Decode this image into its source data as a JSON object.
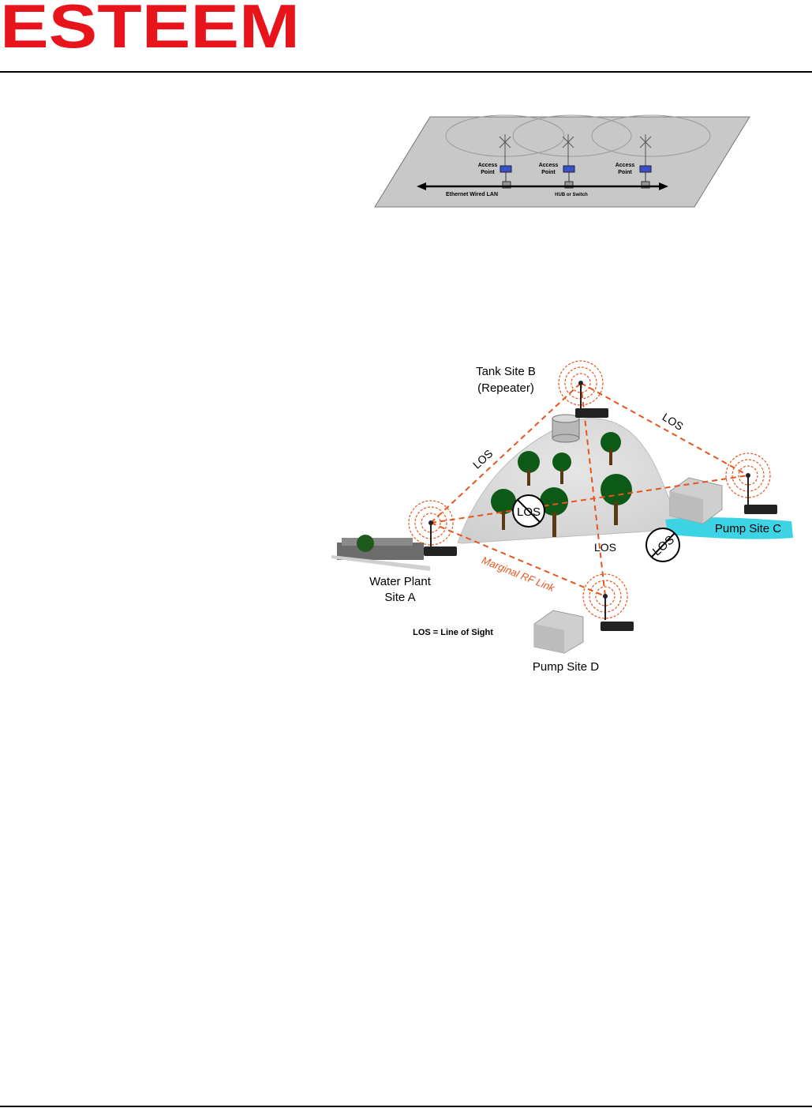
{
  "header": {
    "logo_text": "ESTEEM"
  },
  "figure_lan": {
    "access_point_label_1": "Access",
    "access_point_label_2": "Point",
    "ethernet_label": "Ethernet Wired LAN",
    "hub_label": "HUB or Switch"
  },
  "figure_sites": {
    "tank_site_line1": "Tank Site B",
    "tank_site_line2": "(Repeater)",
    "water_plant_line1": "Water Plant",
    "water_plant_line2": "Site A",
    "pump_site_c": "Pump Site C",
    "pump_site_d": "Pump Site D",
    "los": "LOS",
    "marginal_link": "Marginal RF Link",
    "legend": "LOS = Line of Sight"
  },
  "colors": {
    "brand_red": "#e8141c",
    "link_orange": "#e8541c",
    "water_cyan": "#3cd4e4"
  }
}
